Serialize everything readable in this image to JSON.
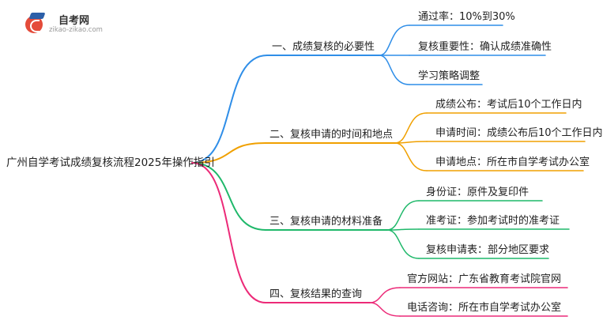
{
  "logo": {
    "title": "自考网",
    "url": "zikao-zikao.com"
  },
  "root": "广州自学考试成绩复核流程2025年操作指引",
  "branches": [
    {
      "label": "一、成绩复核的必要性",
      "color": "#2f8ee8",
      "children": [
        "通过率：10%到30%",
        "复核重要性：确认成绩准确性",
        "学习策略调整"
      ]
    },
    {
      "label": "二、复核申请的时间和地点",
      "color": "#f0a000",
      "children": [
        "成绩公布：考试后10个工作日内",
        "申请时间：成绩公布后10个工作日内",
        "申请地点：所在市自学考试办公室"
      ]
    },
    {
      "label": "三、复核申请的材料准备",
      "color": "#1fb86a",
      "children": [
        "身份证：原件及复印件",
        "准考证：参加考试时的准考证",
        "复核申请表：部分地区要求"
      ]
    },
    {
      "label": "四、复核结果的查询",
      "color": "#ec2a78",
      "children": [
        "官方网站：广东省教育考试院官网",
        "电话咨询：所在市自学考试办公室"
      ]
    }
  ]
}
